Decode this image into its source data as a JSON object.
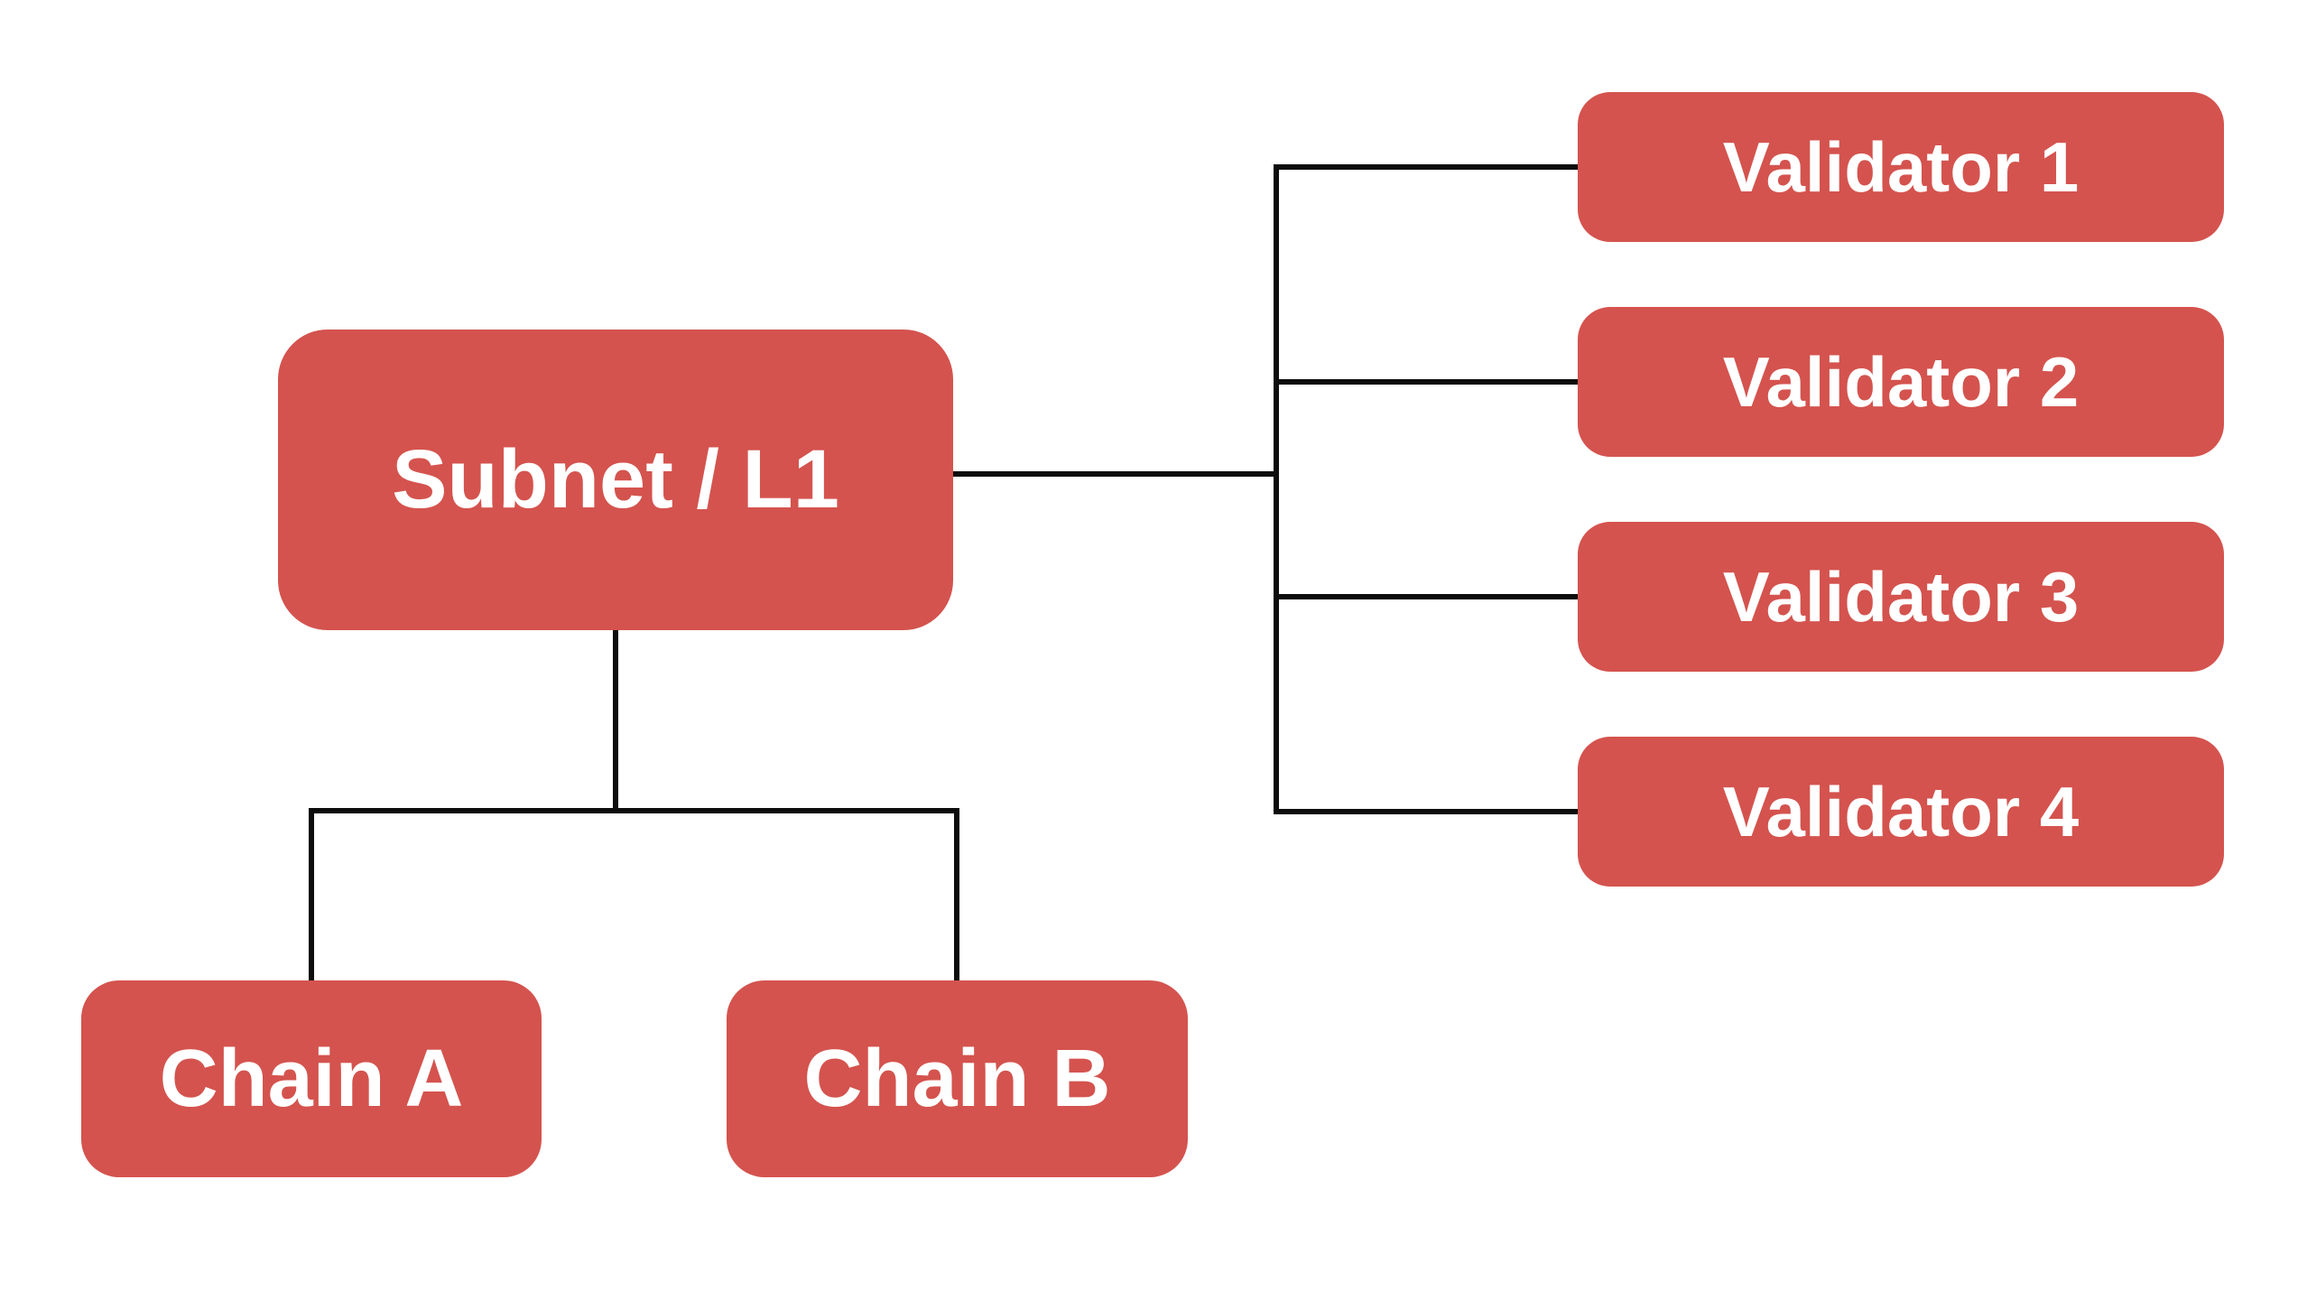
{
  "diagram": {
    "type": "hierarchy",
    "colors": {
      "page_bg": "#ffffff",
      "node_fill": "#d4534e",
      "node_text": "#ffffff",
      "connector": "#0d0d0d"
    },
    "nodes": {
      "subnet": {
        "label": "Subnet / L1"
      },
      "chain_a": {
        "label": "Chain A"
      },
      "chain_b": {
        "label": "Chain B"
      },
      "validator_1": {
        "label": "Validator 1"
      },
      "validator_2": {
        "label": "Validator 2"
      },
      "validator_3": {
        "label": "Validator 3"
      },
      "validator_4": {
        "label": "Validator 4"
      }
    },
    "edges": [
      {
        "from": "subnet",
        "to": "validator_1"
      },
      {
        "from": "subnet",
        "to": "validator_2"
      },
      {
        "from": "subnet",
        "to": "validator_3"
      },
      {
        "from": "subnet",
        "to": "validator_4"
      },
      {
        "from": "subnet",
        "to": "chain_a"
      },
      {
        "from": "subnet",
        "to": "chain_b"
      }
    ]
  }
}
